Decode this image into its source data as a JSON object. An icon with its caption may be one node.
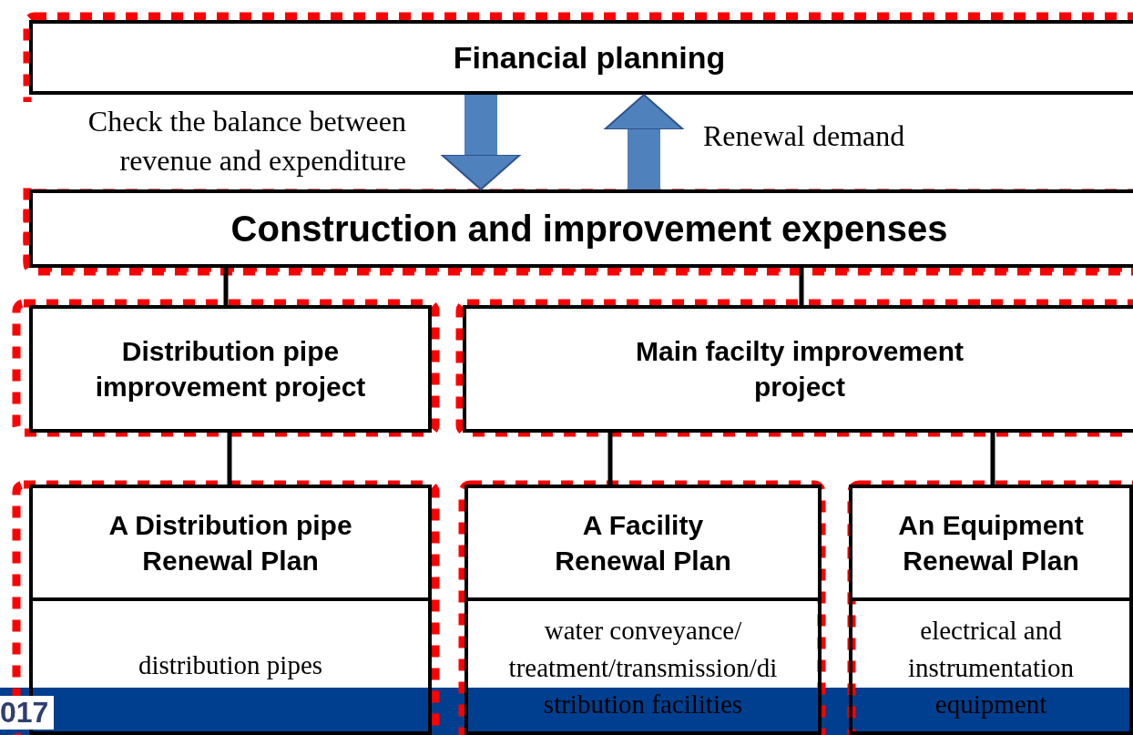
{
  "diagram": {
    "nodes": [
      {
        "text": [
          "Financial planning"
        ]
      },
      {
        "text": [
          "Construction and improvement expenses"
        ]
      },
      {
        "text": [
          "Distribution pipe improvement project"
        ]
      },
      {
        "text": [
          "Main facilty improvement project"
        ]
      },
      {
        "text": [
          "A Distribution pipe Renewal Plan",
          "distribution pipes"
        ]
      },
      {
        "text": [
          "A Facility Renewal Plan",
          "water conveyance/ treatment/transmission/di stribution facilities"
        ]
      },
      {
        "text": [
          "An Equipment Renewal Plan",
          "electrical and instrumentation equipment"
        ]
      }
    ],
    "edges": [
      {
        "from": 0,
        "to": 1,
        "arrow": "to",
        "label": "Check the balance between revenue and expenditure",
        "style": "thick",
        "color": "#4f81bd"
      },
      {
        "from": 1,
        "to": 0,
        "arrow": "to",
        "label": "Renewal demand",
        "style": "thick",
        "color": "#4f81bd"
      },
      {
        "from": 1,
        "to": 2,
        "arrow": "none"
      },
      {
        "from": 1,
        "to": 3,
        "arrow": "none"
      },
      {
        "from": 2,
        "to": 4,
        "arrow": "none"
      },
      {
        "from": 3,
        "to": 5,
        "arrow": "none"
      },
      {
        "from": 3,
        "to": 6,
        "arrow": "none"
      }
    ],
    "labels": [
      "017"
    ]
  }
}
